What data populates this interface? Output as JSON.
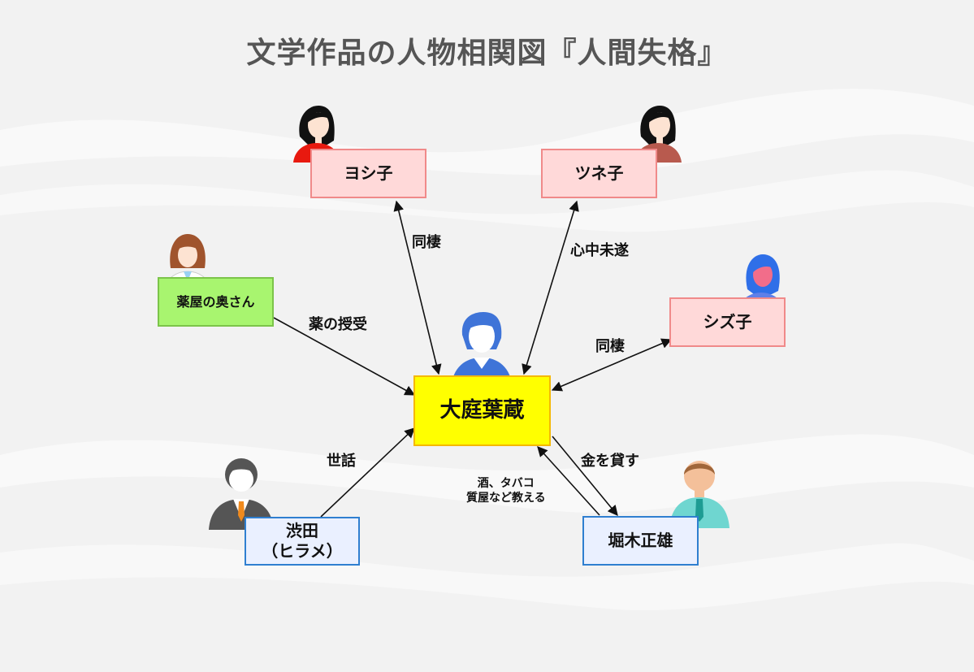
{
  "title": "文学作品の人物相関図『人間失格』",
  "nodes": {
    "center": "大庭葉蔵",
    "yoshiko": "ヨシ子",
    "tsuneko": "ツネ子",
    "shizuko": "シズ子",
    "pharmacy_wife": "薬屋の奥さん",
    "shibuta": "渋田\n（ヒラメ）",
    "horiki": "堀木正雄"
  },
  "relations": {
    "yoshiko": "同棲",
    "tsuneko": "心中未遂",
    "shizuko": "同棲",
    "pharmacy_wife": "薬の授受",
    "shibuta": "世話",
    "horiki_lend": "金を貸す",
    "horiki_teach": "酒、タバコ\n質屋など教える"
  },
  "icons": {
    "yoshiko": "woman-red-icon",
    "tsuneko": "woman-brown-icon",
    "shizuko": "woman-blue-icon",
    "pharmacy_wife": "woman-pharmacist-icon",
    "shibuta": "businessman-icon",
    "horiki": "man-teal-icon",
    "center": "man-blue-icon"
  },
  "colors": {
    "center_fill": "#ffff00",
    "female_fill": "#ffd9d9",
    "pharmacy_fill": "#a8f56f",
    "male_fill": "#eaf0ff"
  }
}
